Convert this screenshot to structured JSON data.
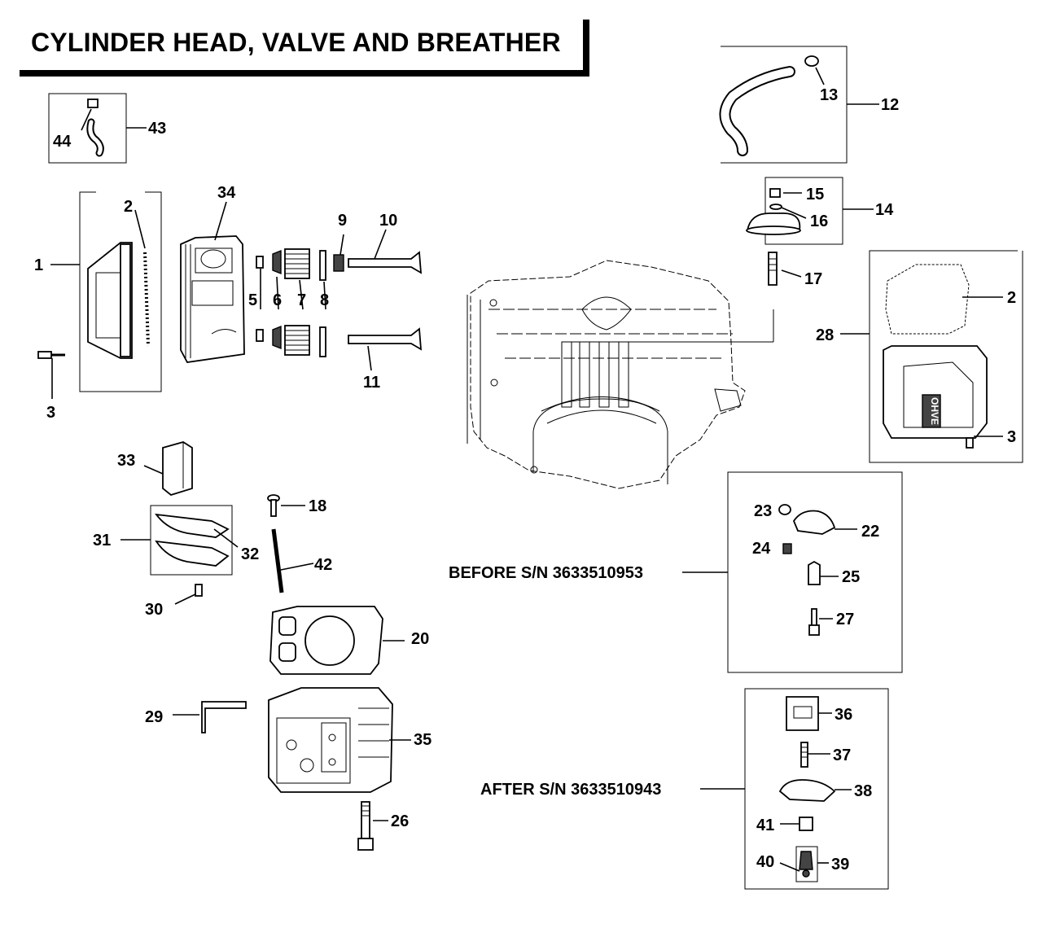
{
  "title": "CYLINDER HEAD, VALVE AND BREATHER",
  "serial_notes": {
    "before": "BEFORE S/N 3633510953",
    "after": "AFTER S/N 3633510943"
  },
  "callouts": {
    "c1": "1",
    "c2a": "2",
    "c2b": "2",
    "c3a": "3",
    "c3b": "3",
    "c5": "5",
    "c6": "6",
    "c7": "7",
    "c8": "8",
    "c9": "9",
    "c10": "10",
    "c11": "11",
    "c12": "12",
    "c13": "13",
    "c14": "14",
    "c15": "15",
    "c16": "16",
    "c17": "17",
    "c18": "18",
    "c20": "20",
    "c22": "22",
    "c23": "23",
    "c24": "24",
    "c25": "25",
    "c26": "26",
    "c27": "27",
    "c28": "28",
    "c29": "29",
    "c30": "30",
    "c31": "31",
    "c32": "32",
    "c33": "33",
    "c34": "34",
    "c35": "35",
    "c36": "36",
    "c37": "37",
    "c38": "38",
    "c39": "39",
    "c40": "40",
    "c41": "41",
    "c42": "42",
    "c43": "43",
    "c44": "44"
  },
  "emblem_text": "OHVE"
}
